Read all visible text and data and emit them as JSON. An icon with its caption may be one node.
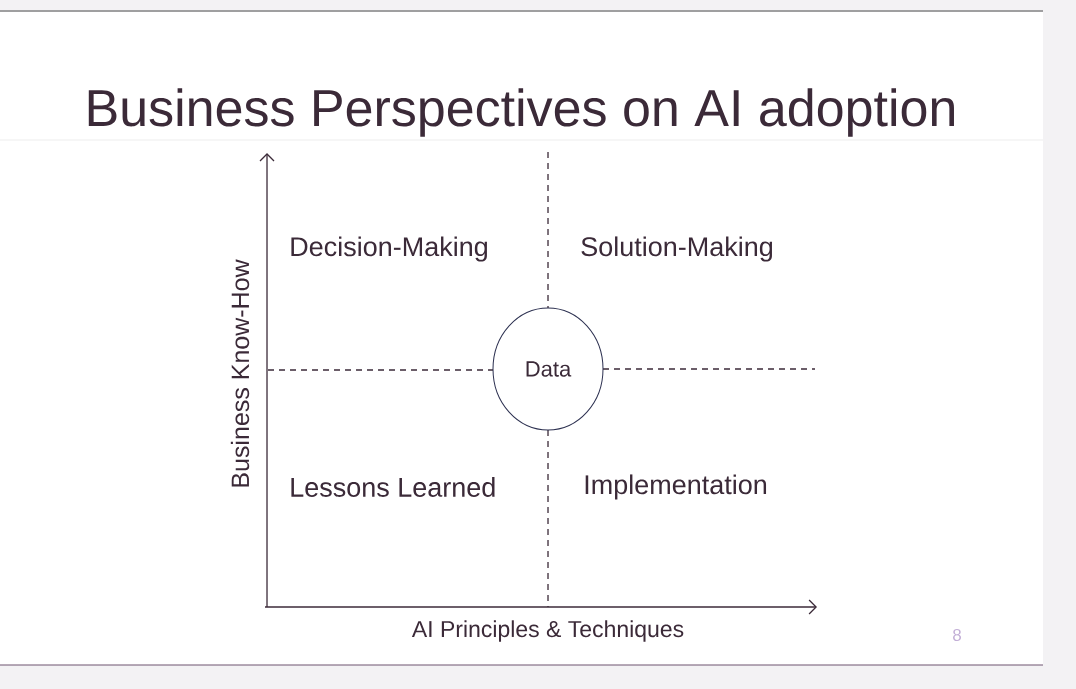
{
  "diagram": {
    "title": "Business Perspectives on AI adoption",
    "nodes": [
      {
        "text": [
          "Data"
        ]
      }
    ],
    "labels": [
      "Business Know-How",
      "Decision-Making",
      "Solution-Making",
      "Lessons Learned",
      "Implementation",
      "AI Principles & Techniques",
      "8"
    ]
  }
}
